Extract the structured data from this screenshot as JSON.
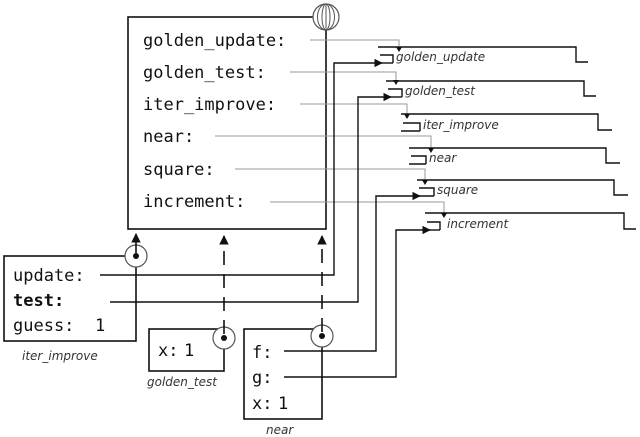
{
  "global_frame": {
    "bindings": [
      "golden_update:",
      "golden_test:",
      "iter_improve:",
      "near:",
      "square:",
      "increment:"
    ]
  },
  "functions": [
    "golden_update",
    "golden_test",
    "iter_improve",
    "near",
    "square",
    "increment"
  ],
  "iter_frame": {
    "update": "update:",
    "test": "test:",
    "guess": "guess:",
    "guess_value": "1",
    "label": "iter_improve"
  },
  "golden_test_frame": {
    "x": "x:",
    "x_value": "1",
    "label": "golden_test"
  },
  "near_frame": {
    "f": "f:",
    "g": "g:",
    "x": "x:",
    "x_value": "1",
    "label": "near"
  }
}
